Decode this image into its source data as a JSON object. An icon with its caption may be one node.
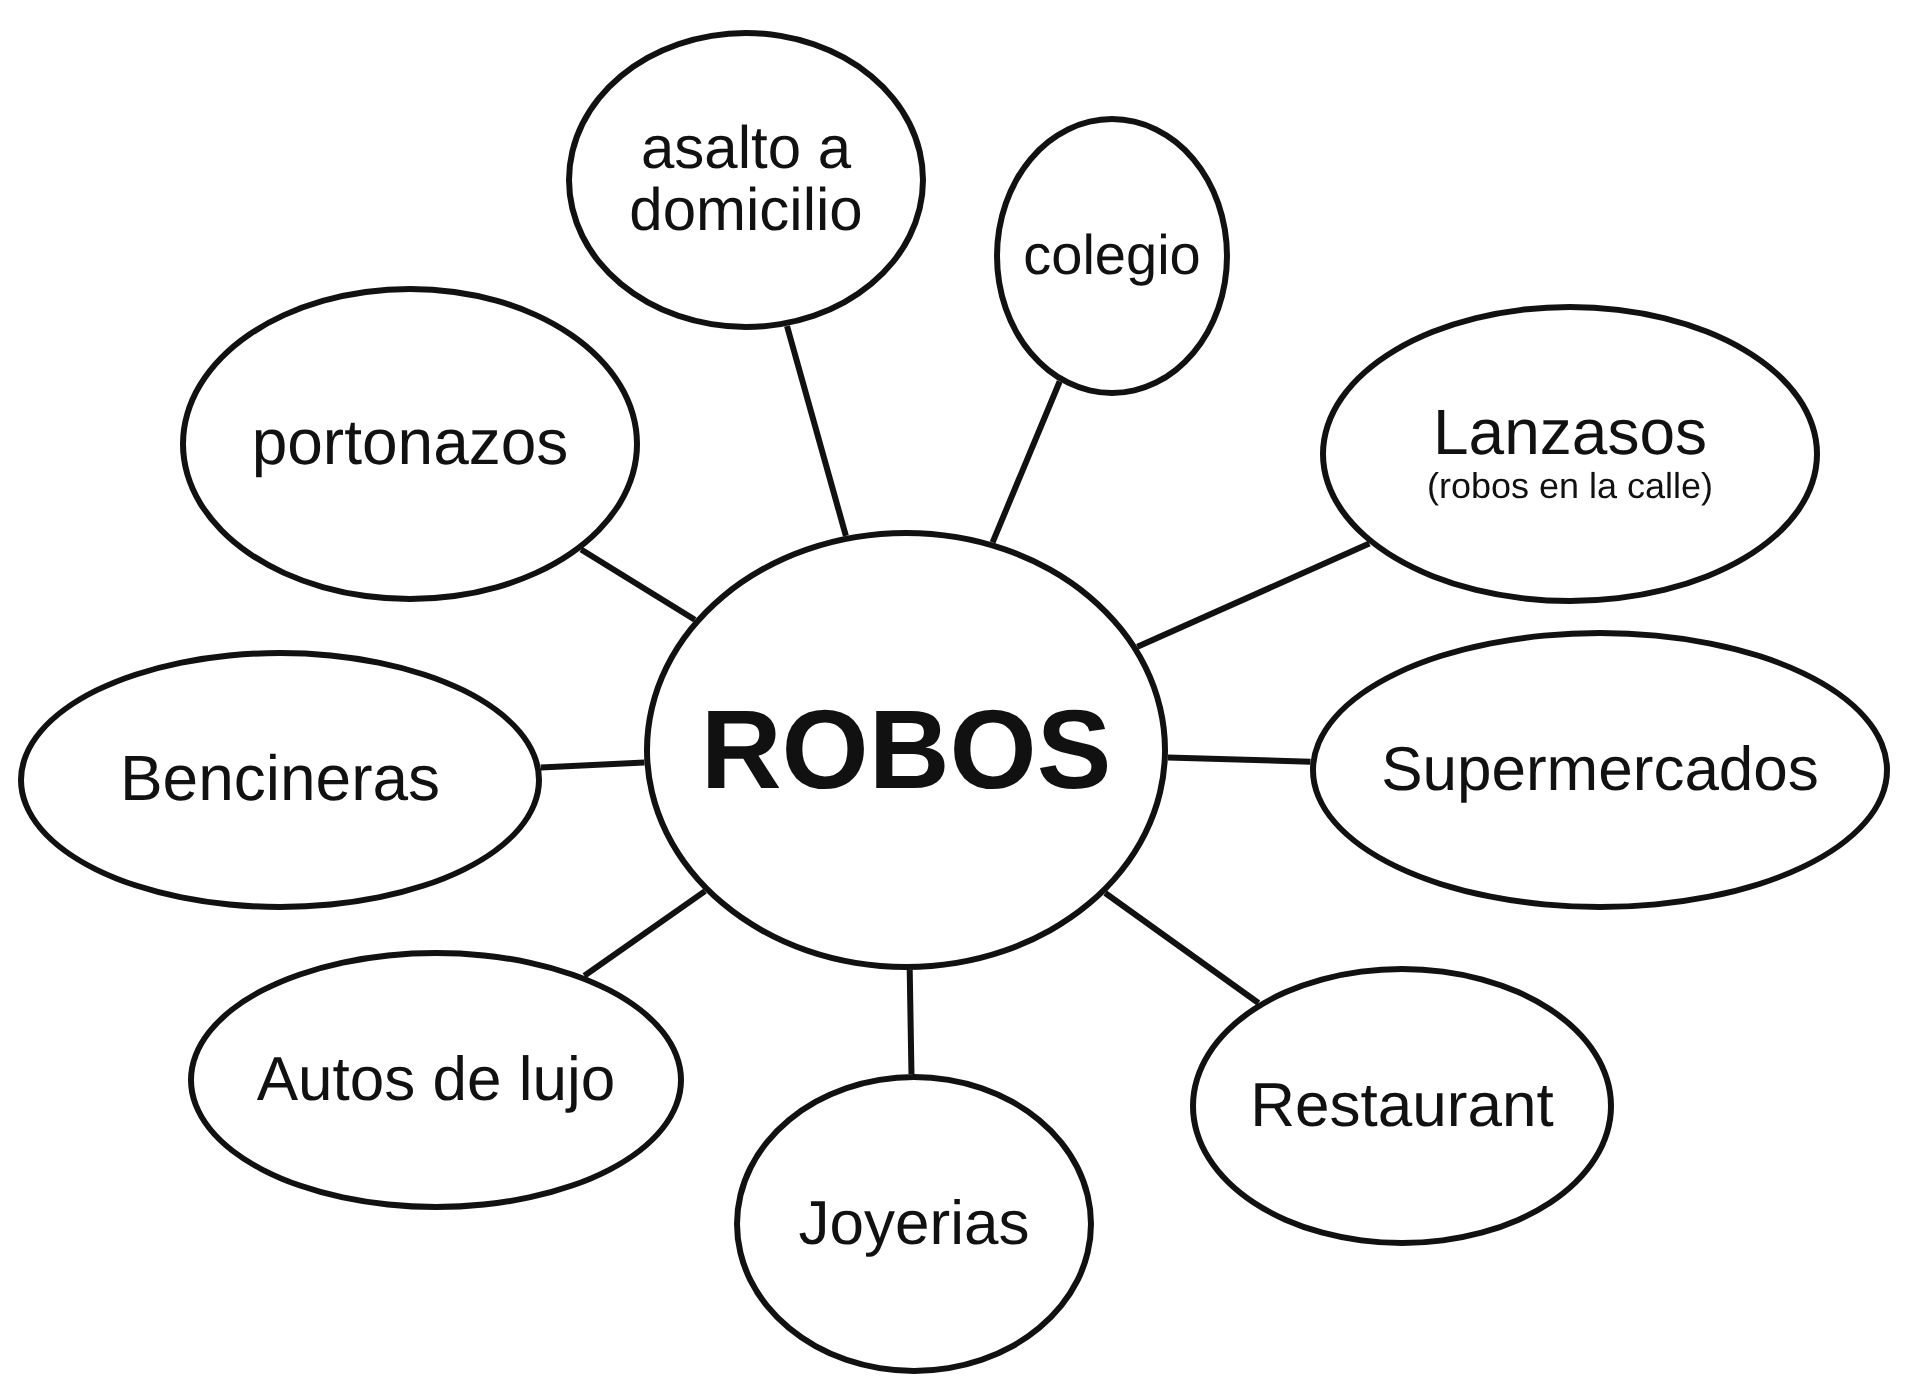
{
  "diagram": {
    "nodes": [
      {
        "text": [
          "asalto a domicilio"
        ]
      },
      {
        "text": [
          "colegio"
        ]
      },
      {
        "text": [
          "portonazos"
        ]
      },
      {
        "text": [
          "Lanzasos",
          "(robos en la calle)"
        ]
      },
      {
        "text": [
          "ROBOS"
        ]
      },
      {
        "text": [
          "Bencineras"
        ]
      },
      {
        "text": [
          "Supermercados"
        ]
      },
      {
        "text": [
          "Autos de lujo"
        ]
      },
      {
        "text": [
          "Restaurant"
        ]
      },
      {
        "text": [
          "Joyerias"
        ]
      }
    ],
    "edges": [
      {
        "from": 4,
        "to": 0,
        "arrow": "none"
      },
      {
        "from": 4,
        "to": 1,
        "arrow": "none"
      },
      {
        "from": 4,
        "to": 2,
        "arrow": "none"
      },
      {
        "from": 4,
        "to": 3,
        "arrow": "none"
      },
      {
        "from": 4,
        "to": 5,
        "arrow": "none"
      },
      {
        "from": 4,
        "to": 6,
        "arrow": "none"
      },
      {
        "from": 4,
        "to": 7,
        "arrow": "none"
      },
      {
        "from": 4,
        "to": 8,
        "arrow": "none"
      },
      {
        "from": 4,
        "to": 9,
        "arrow": "none"
      }
    ]
  }
}
